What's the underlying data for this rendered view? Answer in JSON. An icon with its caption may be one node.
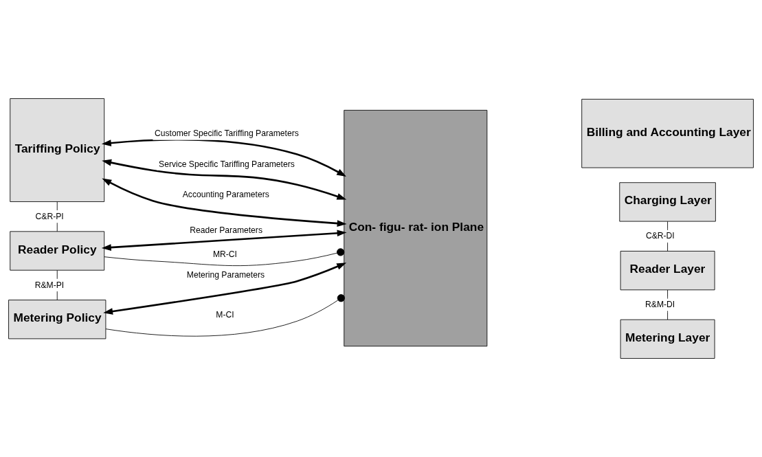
{
  "diagram": {
    "nodes": [
      {
        "text": [
          "Tariffing Policy"
        ]
      },
      {
        "text": [
          "Reader Policy"
        ]
      },
      {
        "text": [
          "Metering Policy"
        ]
      },
      {
        "text": [
          "Con- figu- rat- ion Plane"
        ]
      },
      {
        "text": [
          "Billing and Accounting Layer"
        ]
      },
      {
        "text": [
          "Charging Layer"
        ]
      },
      {
        "text": [
          "Reader Layer"
        ]
      },
      {
        "text": [
          "Metering Layer"
        ]
      }
    ],
    "edges": [
      {
        "from": 0,
        "to": 3,
        "arrow": "both",
        "label": "Customer Specific Tariffing Parameters",
        "style": "thick"
      },
      {
        "from": 0,
        "to": 3,
        "arrow": "both",
        "label": "Service Specific Tariffing Parameters",
        "style": "thick"
      },
      {
        "from": 0,
        "to": 3,
        "arrow": "both",
        "label": "Accounting Parameters",
        "style": "thick"
      },
      {
        "from": 0,
        "to": 1,
        "arrow": "none",
        "label": "C&R-PI"
      },
      {
        "from": 1,
        "to": 3,
        "arrow": "both",
        "label": "Reader Parameters",
        "style": "thick"
      },
      {
        "from": 1,
        "to": 3,
        "arrow": "other",
        "label": "MR-CI"
      },
      {
        "from": 1,
        "to": 2,
        "arrow": "none",
        "label": "R&M-PI"
      },
      {
        "from": 2,
        "to": 3,
        "arrow": "both",
        "label": "Metering Parameters",
        "style": "thick"
      },
      {
        "from": 2,
        "to": 3,
        "arrow": "other",
        "label": "M-CI"
      },
      {
        "from": 5,
        "to": 6,
        "arrow": "none",
        "label": "C&R-DI"
      },
      {
        "from": 6,
        "to": 7,
        "arrow": "none",
        "label": "R&M-DI"
      }
    ]
  }
}
